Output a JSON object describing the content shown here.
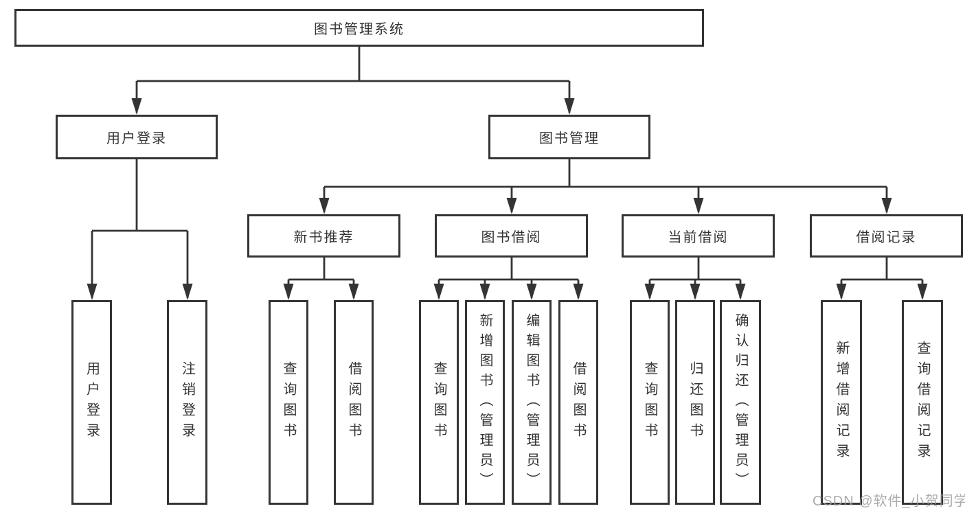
{
  "tree": {
    "label": "图书管理系统",
    "children": [
      {
        "label": "用户登录",
        "children": [
          {
            "label": "用户登录"
          },
          {
            "label": "注销登录"
          }
        ]
      },
      {
        "label": "图书管理",
        "children": [
          {
            "label": "新书推荐",
            "children": [
              {
                "label": "查询图书"
              },
              {
                "label": "借阅图书"
              }
            ]
          },
          {
            "label": "图书借阅",
            "children": [
              {
                "label": "查询图书"
              },
              {
                "label": "新增图书（管理员）"
              },
              {
                "label": "编辑图书（管理员）"
              },
              {
                "label": "借阅图书"
              }
            ]
          },
          {
            "label": "当前借阅",
            "children": [
              {
                "label": "查询图书"
              },
              {
                "label": "归还图书"
              },
              {
                "label": "确认归还（管理员）"
              }
            ]
          },
          {
            "label": "借阅记录",
            "children": [
              {
                "label": "新增借阅记录"
              },
              {
                "label": "查询借阅记录"
              }
            ]
          }
        ]
      }
    ]
  },
  "watermark": {
    "text": "CSDN @软件_小贺同学"
  },
  "colors": {
    "line": "#343434",
    "text": "#333333",
    "background": "#ffffff",
    "watermark": "#9e9e9e"
  }
}
